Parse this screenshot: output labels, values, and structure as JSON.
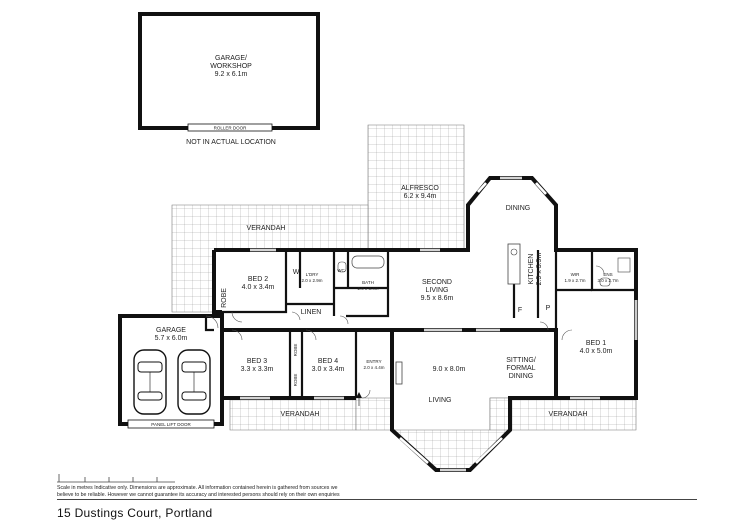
{
  "garage_workshop": {
    "name": "GARAGE/\nWORKSHOP",
    "name_line1": "GARAGE/",
    "name_line2": "WORKSHOP",
    "size": "9.2 x 6.1m",
    "door_label": "ROLLER DOOR",
    "location_note": "NOT IN ACTUAL LOCATION"
  },
  "rooms": {
    "alfresco": {
      "name": "ALFRESCO",
      "size": "6.2 x 9.4m"
    },
    "dining": {
      "name": "DINING"
    },
    "verandah_top": {
      "name": "VERANDAH"
    },
    "bed2": {
      "name": "BED 2",
      "size": "4.0 x 3.4m"
    },
    "robe_bed2": {
      "name": "ROBE"
    },
    "ldry": {
      "name": "L'DRY",
      "size": "2.0 x 2.9m"
    },
    "w": {
      "name": "W"
    },
    "wc": {
      "name": "WC"
    },
    "bath": {
      "name": "BATH",
      "size": "2.0 x 3.4m"
    },
    "linen": {
      "name": "LINEN"
    },
    "second_living": {
      "name_line1": "SECOND",
      "name_line2": "LIVING",
      "size": "9.5 x 8.6m"
    },
    "kitchen": {
      "name": "KITCHEN",
      "size": "2.9 x 3.9m"
    },
    "wir": {
      "name": "WIR",
      "size": "1.9 x 2.7m"
    },
    "ens": {
      "name": "ENS",
      "size": "3.0 x 2.7m"
    },
    "f": {
      "name": "F"
    },
    "p": {
      "name": "P"
    },
    "garage": {
      "name": "GARAGE",
      "size": "5.7 x 6.0m",
      "door_label": "PANEL LIFT DOOR"
    },
    "bed3": {
      "name": "BED 3",
      "size": "3.3 x 3.3m"
    },
    "robe_bed3": {
      "name": "ROBE"
    },
    "robe_bed4": {
      "name": "ROBE"
    },
    "bed4": {
      "name": "BED 4",
      "size": "3.0 x 3.4m"
    },
    "entry": {
      "name": "ENTRY",
      "size": "2.0 x 4.4m"
    },
    "living": {
      "name": "LIVING",
      "size": "9.0 x 8.0m"
    },
    "sitting": {
      "name_line1": "SITTING/",
      "name_line2": "FORMAL",
      "name_line3": "DINING"
    },
    "bed1": {
      "name": "BED 1",
      "size": "4.0 x 5.0m"
    },
    "verandah_bottom_left": {
      "name": "VERANDAH"
    },
    "verandah_bottom_right": {
      "name": "VERANDAH"
    }
  },
  "footer": {
    "disclaimer_line1": "Scale in metres Indicative only. Dimensions are approximate. All information contained herein is gathered from sources we",
    "disclaimer_line2": "believe to be reliable. However we cannot guarantee its accuracy and interested persons should rely on their own enquiries",
    "address": "15 Dustings Court, Portland"
  },
  "colors": {
    "wall": "#111111",
    "tile": "#9a9a9a",
    "background": "#ffffff"
  }
}
